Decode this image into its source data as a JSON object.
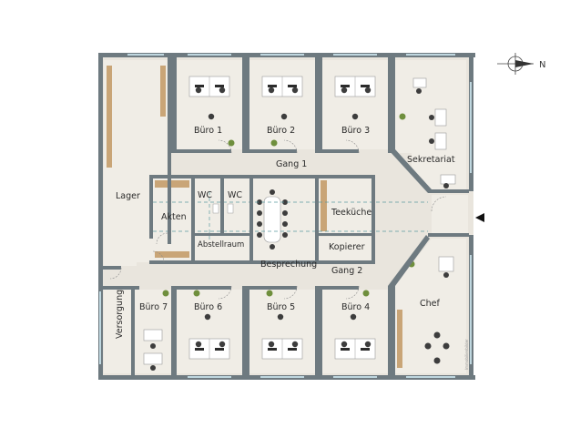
{
  "rooms": {
    "buero1": "Büro 1",
    "buero2": "Büro 2",
    "buero3": "Büro 3",
    "buero4": "Büro 4",
    "buero5": "Büro 5",
    "buero6": "Büro 6",
    "buero7": "Büro 7",
    "gang1": "Gang 1",
    "gang2": "Gang 2",
    "lager": "Lager",
    "wc1": "WC",
    "wc2": "WC",
    "akten": "Akten",
    "abstellraum": "Abstellraum",
    "besprechung": "Besprechung",
    "teekueche": "Teeküche",
    "kopierer": "Kopierer",
    "sekretariat": "Sekretariat",
    "chef": "Chef",
    "versorgung": "Versorgung"
  },
  "compass": {
    "north_label": "N"
  },
  "watermark": "Immobilienbilder"
}
